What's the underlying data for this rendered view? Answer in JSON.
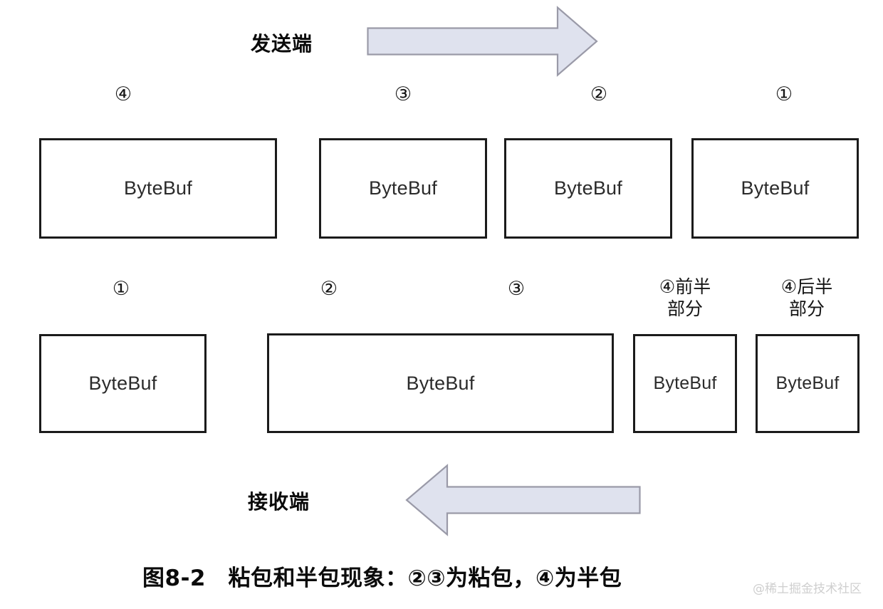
{
  "figure": {
    "caption": "图8-2　粘包和半包现象：②③为粘包，④为半包",
    "watermark": "@稀土掘金技术社区",
    "colors": {
      "arrow_fill": "#dfe2ee",
      "arrow_stroke": "#9a9aa8",
      "box_stroke": "#1b1b1b",
      "box_fill": "#ffffff",
      "text": "#2b2b2b",
      "watermark": "#cfcfcf"
    }
  },
  "sender": {
    "label": "发送端",
    "arrow_direction": "right",
    "boxes": [
      {
        "index": "④",
        "text": "ByteBuf"
      },
      {
        "index": "③",
        "text": "ByteBuf"
      },
      {
        "index": "②",
        "text": "ByteBuf"
      },
      {
        "index": "①",
        "text": "ByteBuf"
      }
    ]
  },
  "receiver": {
    "label": "接收端",
    "arrow_direction": "left",
    "boxes": [
      {
        "index": "①",
        "text": "ByteBuf"
      },
      {
        "index": "②",
        "text": "ByteBuf"
      },
      {
        "index": "③",
        "text": ""
      },
      {
        "index": "④前半\n部分",
        "text": "ByteBuf"
      },
      {
        "index": "④后半\n部分",
        "text": "ByteBuf"
      }
    ]
  }
}
